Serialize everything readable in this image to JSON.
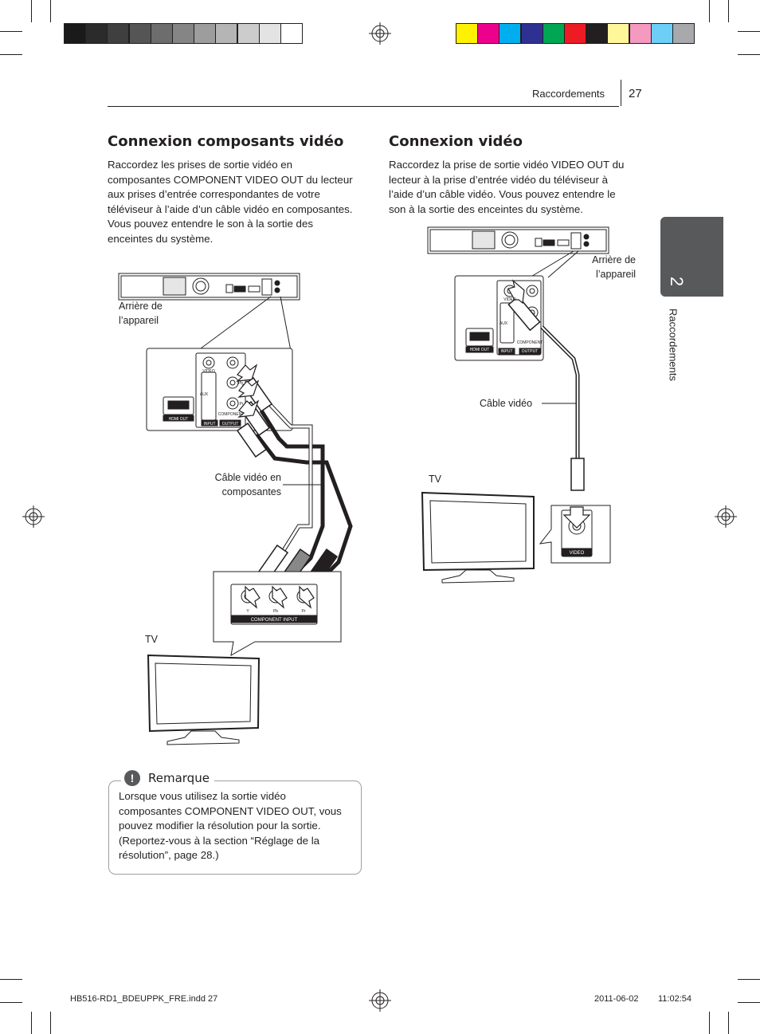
{
  "header": {
    "section": "Raccordements",
    "page_number": "27"
  },
  "side_tab": {
    "number": "2",
    "label": "Raccordements"
  },
  "left": {
    "title": "Connexion composants vidéo",
    "paragraph": [
      "Raccordez les prises de sortie vidéo en",
      "composantes COMPONENT VIDEO OUT du lecteur",
      "aux prises d’entrée correspondantes de votre",
      "téléviseur à l’aide d’un câble vidéo en composantes.",
      "Vous pouvez entendre le son à la sortie des",
      "enceintes du système."
    ],
    "diagram": {
      "device_rear": [
        "Arrière de",
        "l’appareil"
      ],
      "cable": [
        "Câble vidéo en",
        "composantes"
      ],
      "tv": "TV",
      "panel_labels": {
        "hdmi": "HDMI OUT",
        "aux": "AUX",
        "input": "INPUT",
        "output": "OUTPUT",
        "video": "VIDEO",
        "component": "COMPONENT",
        "component_input": "COMPONENT INPUT",
        "y": "Y",
        "pb": "Pb",
        "pr": "Pr"
      }
    }
  },
  "right": {
    "title": "Connexion vidéo",
    "paragraph": [
      "Raccordez la prise de sortie vidéo VIDEO OUT du",
      "lecteur à la prise d’entrée vidéo du téléviseur à",
      "l’aide d’un câble vidéo. Vous pouvez entendre le",
      "son à la sortie des enceintes du système."
    ],
    "diagram": {
      "device_rear": [
        "Arrière de",
        "l’appareil"
      ],
      "cable": "Câble vidéo",
      "tv": "TV",
      "panel_labels": {
        "hdmi": "HDMI OUT",
        "video_in": "VIDEO"
      }
    }
  },
  "note": {
    "title": "Remarque",
    "icon": "exclamation-icon",
    "lines": [
      "Lorsque vous utilisez la sortie vidéo",
      "composantes COMPONENT VIDEO OUT, vous",
      "pouvez modifier la résolution pour la sortie.",
      "(Reportez-vous à la section “Réglage de la",
      "résolution”, page 28.)"
    ]
  },
  "footer": {
    "file": "HB516-RD1_BDEUPPK_FRE.indd   27",
    "date": "2011-06-02",
    "time": "11:02:54"
  },
  "colors": {
    "text": "#231f20",
    "tab_bg": "#58595b",
    "gray_scale": [
      "#1a1a1a",
      "#2b2b2b",
      "#3f3f3f",
      "#555555",
      "#6d6d6d",
      "#858585",
      "#9d9d9d",
      "#b5b5b5",
      "#cccccc",
      "#e3e3e3",
      "#ffffff"
    ],
    "color_bar": [
      "#fff200",
      "#ec008c",
      "#00aeef",
      "#2e3192",
      "#00a651",
      "#ed1c24",
      "#231f20",
      "#fff799",
      "#f49ac1",
      "#6dcff6",
      "#a7a9ac"
    ]
  }
}
